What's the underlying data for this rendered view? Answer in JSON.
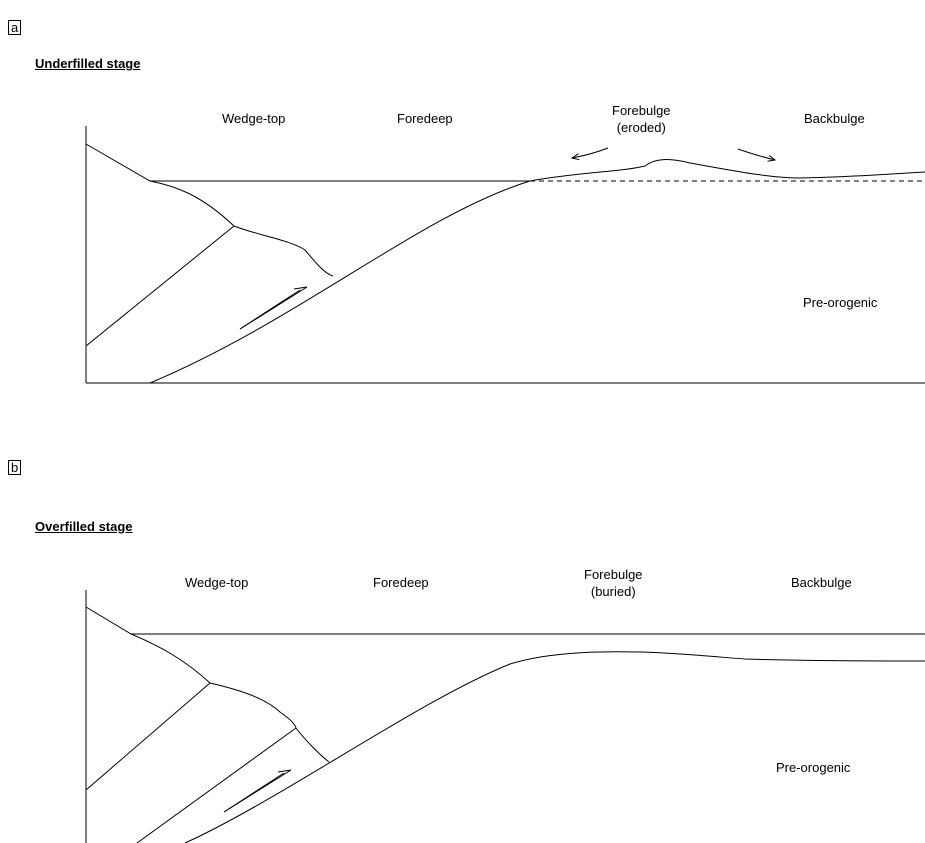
{
  "panel_a": {
    "letter": "a",
    "title": "Underfilled stage",
    "labels": {
      "wedge_top": "Wedge-top",
      "foredeep": "Foredeep",
      "forebulge_line1": "Forebulge",
      "forebulge_line2": "(eroded)",
      "backbulge": "Backbulge",
      "pre_orogenic": "Pre-orogenic"
    }
  },
  "panel_b": {
    "letter": "b",
    "title": "Overfilled stage",
    "labels": {
      "wedge_top": "Wedge-top",
      "foredeep": "Foredeep",
      "forebulge_line1": "Forebulge",
      "forebulge_line2": "(buried)",
      "backbulge": "Backbulge",
      "pre_orogenic": "Pre-orogenic"
    }
  }
}
